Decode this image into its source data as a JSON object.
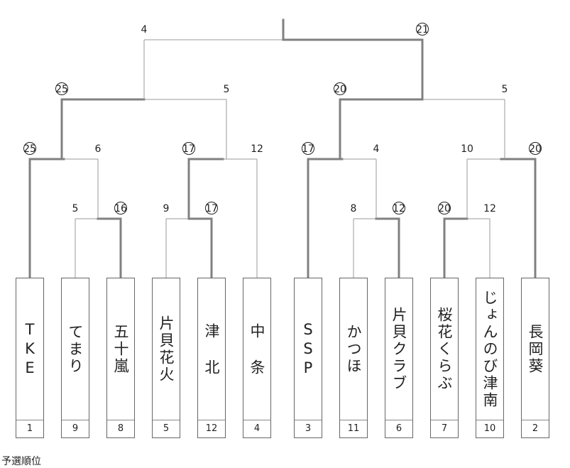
{
  "teams": [
    {
      "name": "TKE",
      "seed": "1"
    },
    {
      "name": "てまり",
      "seed": "9"
    },
    {
      "name": "五十嵐",
      "seed": "8"
    },
    {
      "name": "片貝花火",
      "seed": "5"
    },
    {
      "name": "津 北",
      "seed": "12"
    },
    {
      "name": "中 条",
      "seed": "4"
    },
    {
      "name": "SSP",
      "seed": "3"
    },
    {
      "name": "かつほ",
      "seed": "11"
    },
    {
      "name": "片貝クラブ",
      "seed": "6"
    },
    {
      "name": "桜花くらぶ",
      "seed": "7"
    },
    {
      "name": "じょんのび津南",
      "seed": "10"
    },
    {
      "name": "長岡葵",
      "seed": "2"
    }
  ],
  "scores": {
    "r1_m1_left": "5",
    "r1_m1_right": "16",
    "r1_m2_left": "9",
    "r1_m2_right": "17",
    "r1_m3_left": "8",
    "r1_m3_right": "12",
    "r1_m4_left": "20",
    "r1_m4_right": "12",
    "r2_m1_left": "25",
    "r2_m1_right": "6",
    "r2_m2_left": "17",
    "r2_m2_right": "12",
    "r2_m3_left": "17",
    "r2_m3_right": "4",
    "r2_m4_left": "10",
    "r2_m4_right": "20",
    "sf1_left": "25",
    "sf1_right": "5",
    "sf2_left": "20",
    "sf2_right": "5",
    "final_left": "4",
    "final_right": "21"
  },
  "footer": {
    "label": "予選順位"
  }
}
